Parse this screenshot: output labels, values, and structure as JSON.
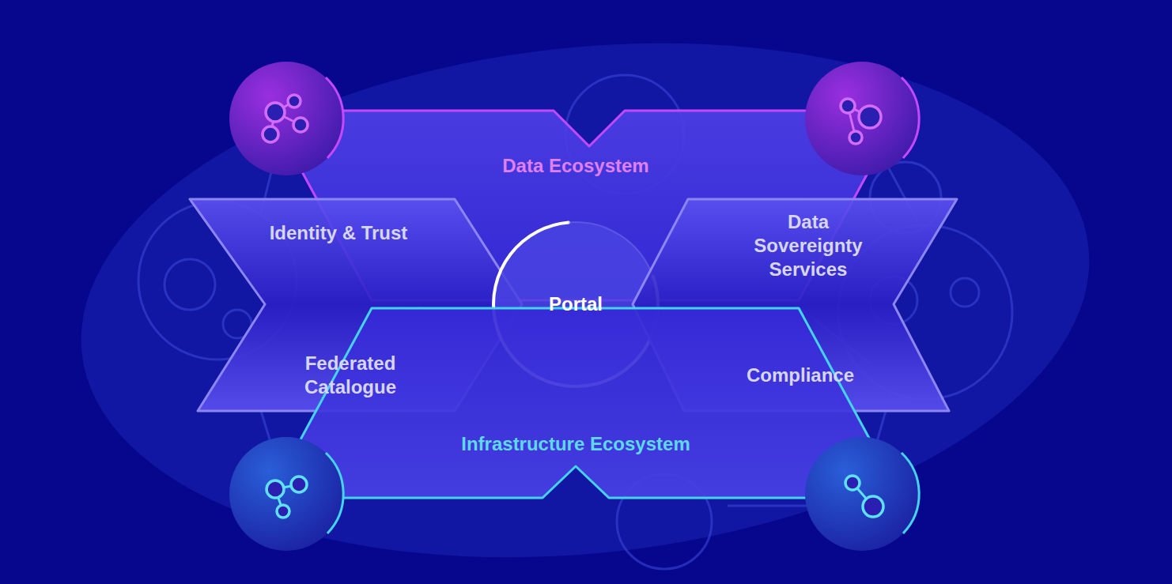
{
  "diagram": {
    "nodes": [
      {
        "text": [
          "Data Ecosystem"
        ]
      },
      {
        "text": [
          "Identity & Trust",
          "Federated Catalogue"
        ]
      },
      {
        "text": [
          "Portal"
        ]
      },
      {
        "text": [
          "Data Sovereignty Services",
          "Compliance"
        ]
      },
      {
        "text": [
          "Infrastructure Ecosystem"
        ]
      }
    ]
  }
}
